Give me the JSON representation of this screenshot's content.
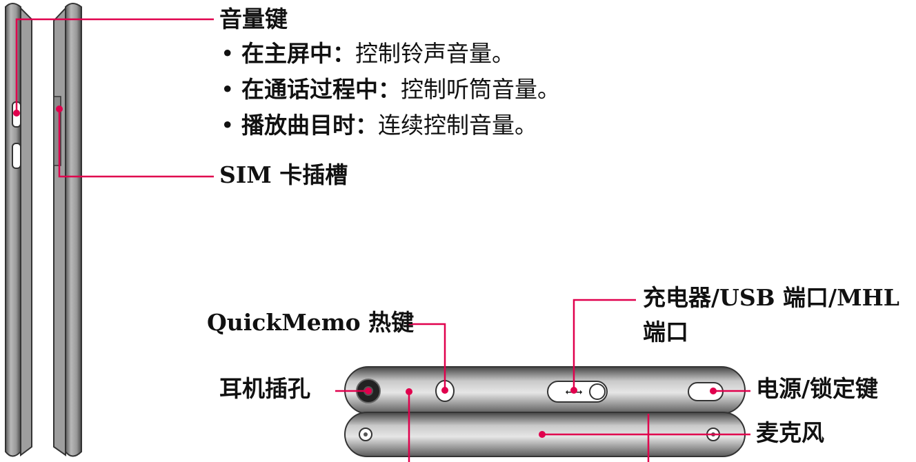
{
  "colors": {
    "callout_line": "#e0004d",
    "body_dark": "#3a3a3a",
    "body_mid": "#8c8c8c",
    "body_light": "#d0d0d0",
    "background": "#ffffff"
  },
  "labels": {
    "volume_keys": {
      "title": "音量键",
      "items": [
        {
          "term": "在主屏中：",
          "desc": "控制铃声音量。"
        },
        {
          "term": "在通话过程中：",
          "desc": "控制听筒音量。"
        },
        {
          "term": "播放曲目时：",
          "desc": "连续控制音量。"
        }
      ]
    },
    "sim_slot": "SIM 卡插槽",
    "quickmemo_key": "QuickMemo 热键",
    "charger_port_line1": "充电器/USB 端口/MHL",
    "charger_port_line2": "端口",
    "headset_jack": "耳机插孔",
    "power_lock_key": "电源/锁定键",
    "microphone": "麦克风"
  },
  "bullet_glyph": "•"
}
